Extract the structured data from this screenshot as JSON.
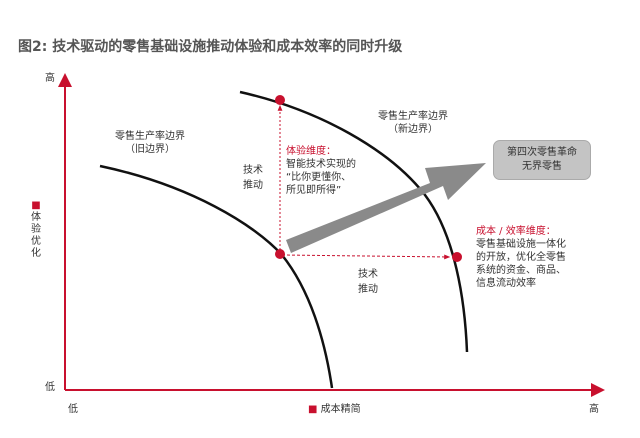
{
  "title": "图2: 技术驱动的零售基础设施推动体验和成本效率的同时升级",
  "axes": {
    "y_high": "高",
    "y_low": "低",
    "y_label": "体验优化",
    "x_low": "低",
    "x_high": "高",
    "x_label": "成本精简",
    "marker": "■"
  },
  "old_frontier": {
    "line1": "零售生产率边界",
    "line2": "（旧边界）"
  },
  "new_frontier": {
    "line1": "零售生产率边界",
    "line2": "（新边界）"
  },
  "tech_push_vertical": {
    "line1": "技术",
    "line2": "推动"
  },
  "tech_push_horizontal": {
    "line1": "技术",
    "line2": "推动"
  },
  "experience_dimension": {
    "heading": "体验维度：",
    "lines": [
      "智能技术实现的",
      "“比你更懂你、",
      "所见即所得”"
    ]
  },
  "cost_dimension": {
    "heading": "成本 / 效率维度：",
    "lines": [
      "零售基础设施一体化",
      "的开放，优化全零售",
      "系统的资金、商品、",
      "信息流动效率"
    ]
  },
  "revolution_box": {
    "line1": "第四次零售革命",
    "line2": "无界零售"
  },
  "colors": {
    "accent": "#c8102e",
    "arrow": "#8a8a8a",
    "box": "#c4c4c4"
  }
}
